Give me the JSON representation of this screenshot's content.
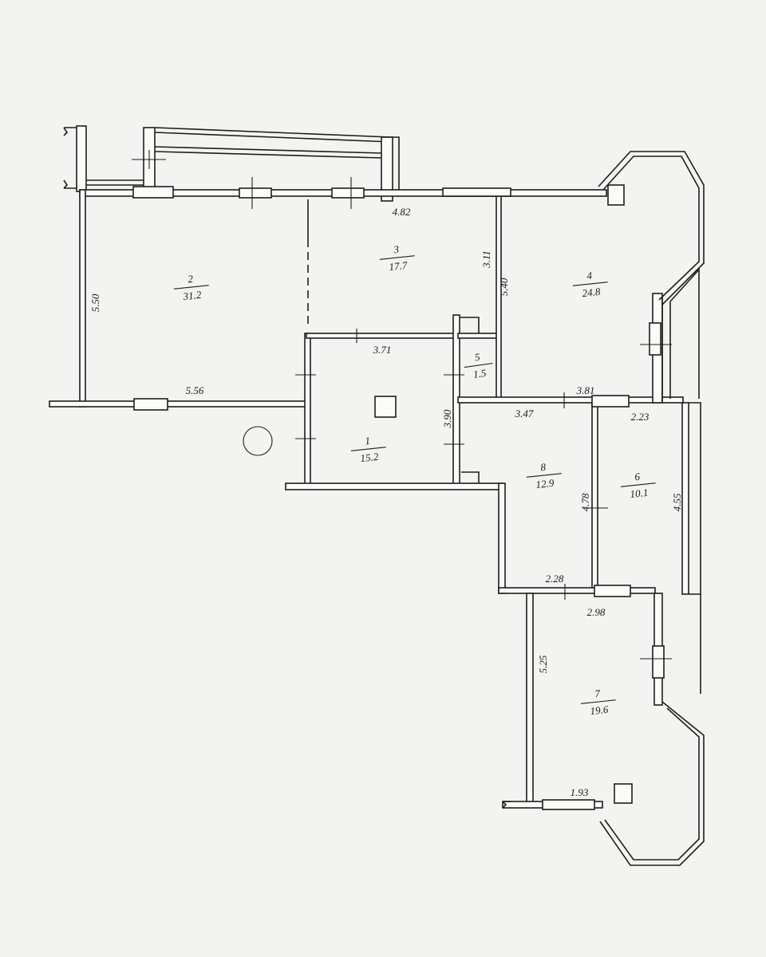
{
  "rooms": [
    {
      "number": "1",
      "area": "15.2"
    },
    {
      "number": "2",
      "area": "31.2"
    },
    {
      "number": "3",
      "area": "17.7"
    },
    {
      "number": "4",
      "area": "24.8"
    },
    {
      "number": "5",
      "area": "1.5"
    },
    {
      "number": "6",
      "area": "10.1"
    },
    {
      "number": "7",
      "area": "19.6"
    },
    {
      "number": "8",
      "area": "12.9"
    }
  ],
  "dimensions": {
    "room2_height": "5.50",
    "room2_width": "5.56",
    "room3_width": "4.82",
    "room3_height": "3.11",
    "room4_height": "5.40",
    "room4_width": "3.81",
    "room1_width": "3.71",
    "room1_height": "3.90",
    "room8_width": "3.47",
    "room8_height": "4.78",
    "room8_bottom": "2.28",
    "room6_width": "2.23",
    "room6_height": "4.55",
    "room7_width": "2.98",
    "room7_height": "5.25",
    "room7_bottom": "1.93"
  },
  "colors": {
    "ink": "#1e1e1e",
    "paper": "#f3f3f1"
  }
}
